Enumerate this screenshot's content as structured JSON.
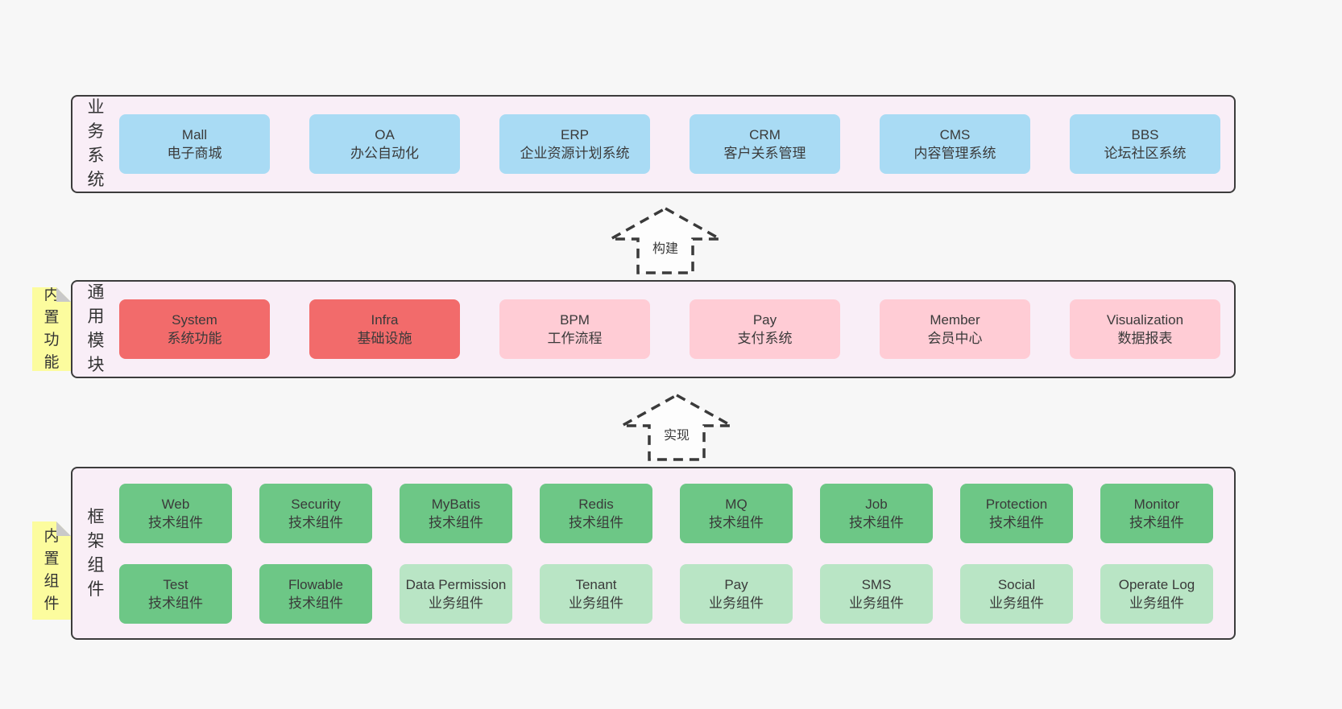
{
  "layers": [
    {
      "label": "业务系统",
      "sticky": null,
      "boxes": [
        {
          "title": "Mall",
          "subtitle": "电子商城",
          "variant": "blue",
          "size": "wide"
        },
        {
          "title": "OA",
          "subtitle": "办公自动化",
          "variant": "blue",
          "size": "wide"
        },
        {
          "title": "ERP",
          "subtitle": "企业资源计划系统",
          "variant": "blue",
          "size": "wide"
        },
        {
          "title": "CRM",
          "subtitle": "客户关系管理",
          "variant": "blue",
          "size": "wide"
        },
        {
          "title": "CMS",
          "subtitle": "内容管理系统",
          "variant": "blue",
          "size": "wide"
        },
        {
          "title": "BBS",
          "subtitle": "论坛社区系统",
          "variant": "blue",
          "size": "wide"
        }
      ]
    },
    {
      "label": "通用模块",
      "sticky": "内置功能",
      "boxes": [
        {
          "title": "System",
          "subtitle": "系统功能",
          "variant": "red",
          "size": "wide"
        },
        {
          "title": "Infra",
          "subtitle": "基础设施",
          "variant": "red",
          "size": "wide"
        },
        {
          "title": "BPM",
          "subtitle": "工作流程",
          "variant": "pink",
          "size": "wide"
        },
        {
          "title": "Pay",
          "subtitle": "支付系统",
          "variant": "pink",
          "size": "wide"
        },
        {
          "title": "Member",
          "subtitle": "会员中心",
          "variant": "pink",
          "size": "wide"
        },
        {
          "title": "Visualization",
          "subtitle": "数据报表",
          "variant": "pink",
          "size": "wide"
        }
      ]
    },
    {
      "label": "框架组件",
      "sticky": "内置组件",
      "boxes": [
        {
          "title": "Web",
          "subtitle": "技术组件",
          "variant": "green",
          "size": "narrow"
        },
        {
          "title": "Security",
          "subtitle": "技术组件",
          "variant": "green",
          "size": "narrow"
        },
        {
          "title": "MyBatis",
          "subtitle": "技术组件",
          "variant": "green",
          "size": "narrow"
        },
        {
          "title": "Redis",
          "subtitle": "技术组件",
          "variant": "green",
          "size": "narrow"
        },
        {
          "title": "MQ",
          "subtitle": "技术组件",
          "variant": "green",
          "size": "narrow"
        },
        {
          "title": "Job",
          "subtitle": "技术组件",
          "variant": "green",
          "size": "narrow"
        },
        {
          "title": "Protection",
          "subtitle": "技术组件",
          "variant": "green",
          "size": "narrow"
        },
        {
          "title": "Monitor",
          "subtitle": "技术组件",
          "variant": "green",
          "size": "narrow"
        },
        {
          "title": "Test",
          "subtitle": "技术组件",
          "variant": "green",
          "size": "narrow"
        },
        {
          "title": "Flowable",
          "subtitle": "技术组件",
          "variant": "green",
          "size": "narrow"
        },
        {
          "title": "Data Permission",
          "subtitle": "业务组件",
          "variant": "lightgreen",
          "size": "narrow"
        },
        {
          "title": "Tenant",
          "subtitle": "业务组件",
          "variant": "lightgreen",
          "size": "narrow"
        },
        {
          "title": "Pay",
          "subtitle": "业务组件",
          "variant": "lightgreen",
          "size": "narrow"
        },
        {
          "title": "SMS",
          "subtitle": "业务组件",
          "variant": "lightgreen",
          "size": "narrow"
        },
        {
          "title": "Social",
          "subtitle": "业务组件",
          "variant": "lightgreen",
          "size": "narrow"
        },
        {
          "title": "Operate Log",
          "subtitle": "业务组件",
          "variant": "lightgreen",
          "size": "narrow"
        }
      ]
    }
  ],
  "arrows": [
    {
      "label": "构建"
    },
    {
      "label": "实现"
    }
  ],
  "colors": {
    "page_background": "#f7f7f7",
    "panel_background": "#f9eef7",
    "panel_border": "#3c3c3c",
    "box_blue": "#a9dbf4",
    "box_red": "#f26b6b",
    "box_pink": "#ffccd5",
    "box_green": "#6dc786",
    "box_lightgreen": "#b9e5c5",
    "sticky_yellow": "#fcfc9e",
    "sticky_fold": "#c9c9c9",
    "text": "#3a3a3a"
  }
}
